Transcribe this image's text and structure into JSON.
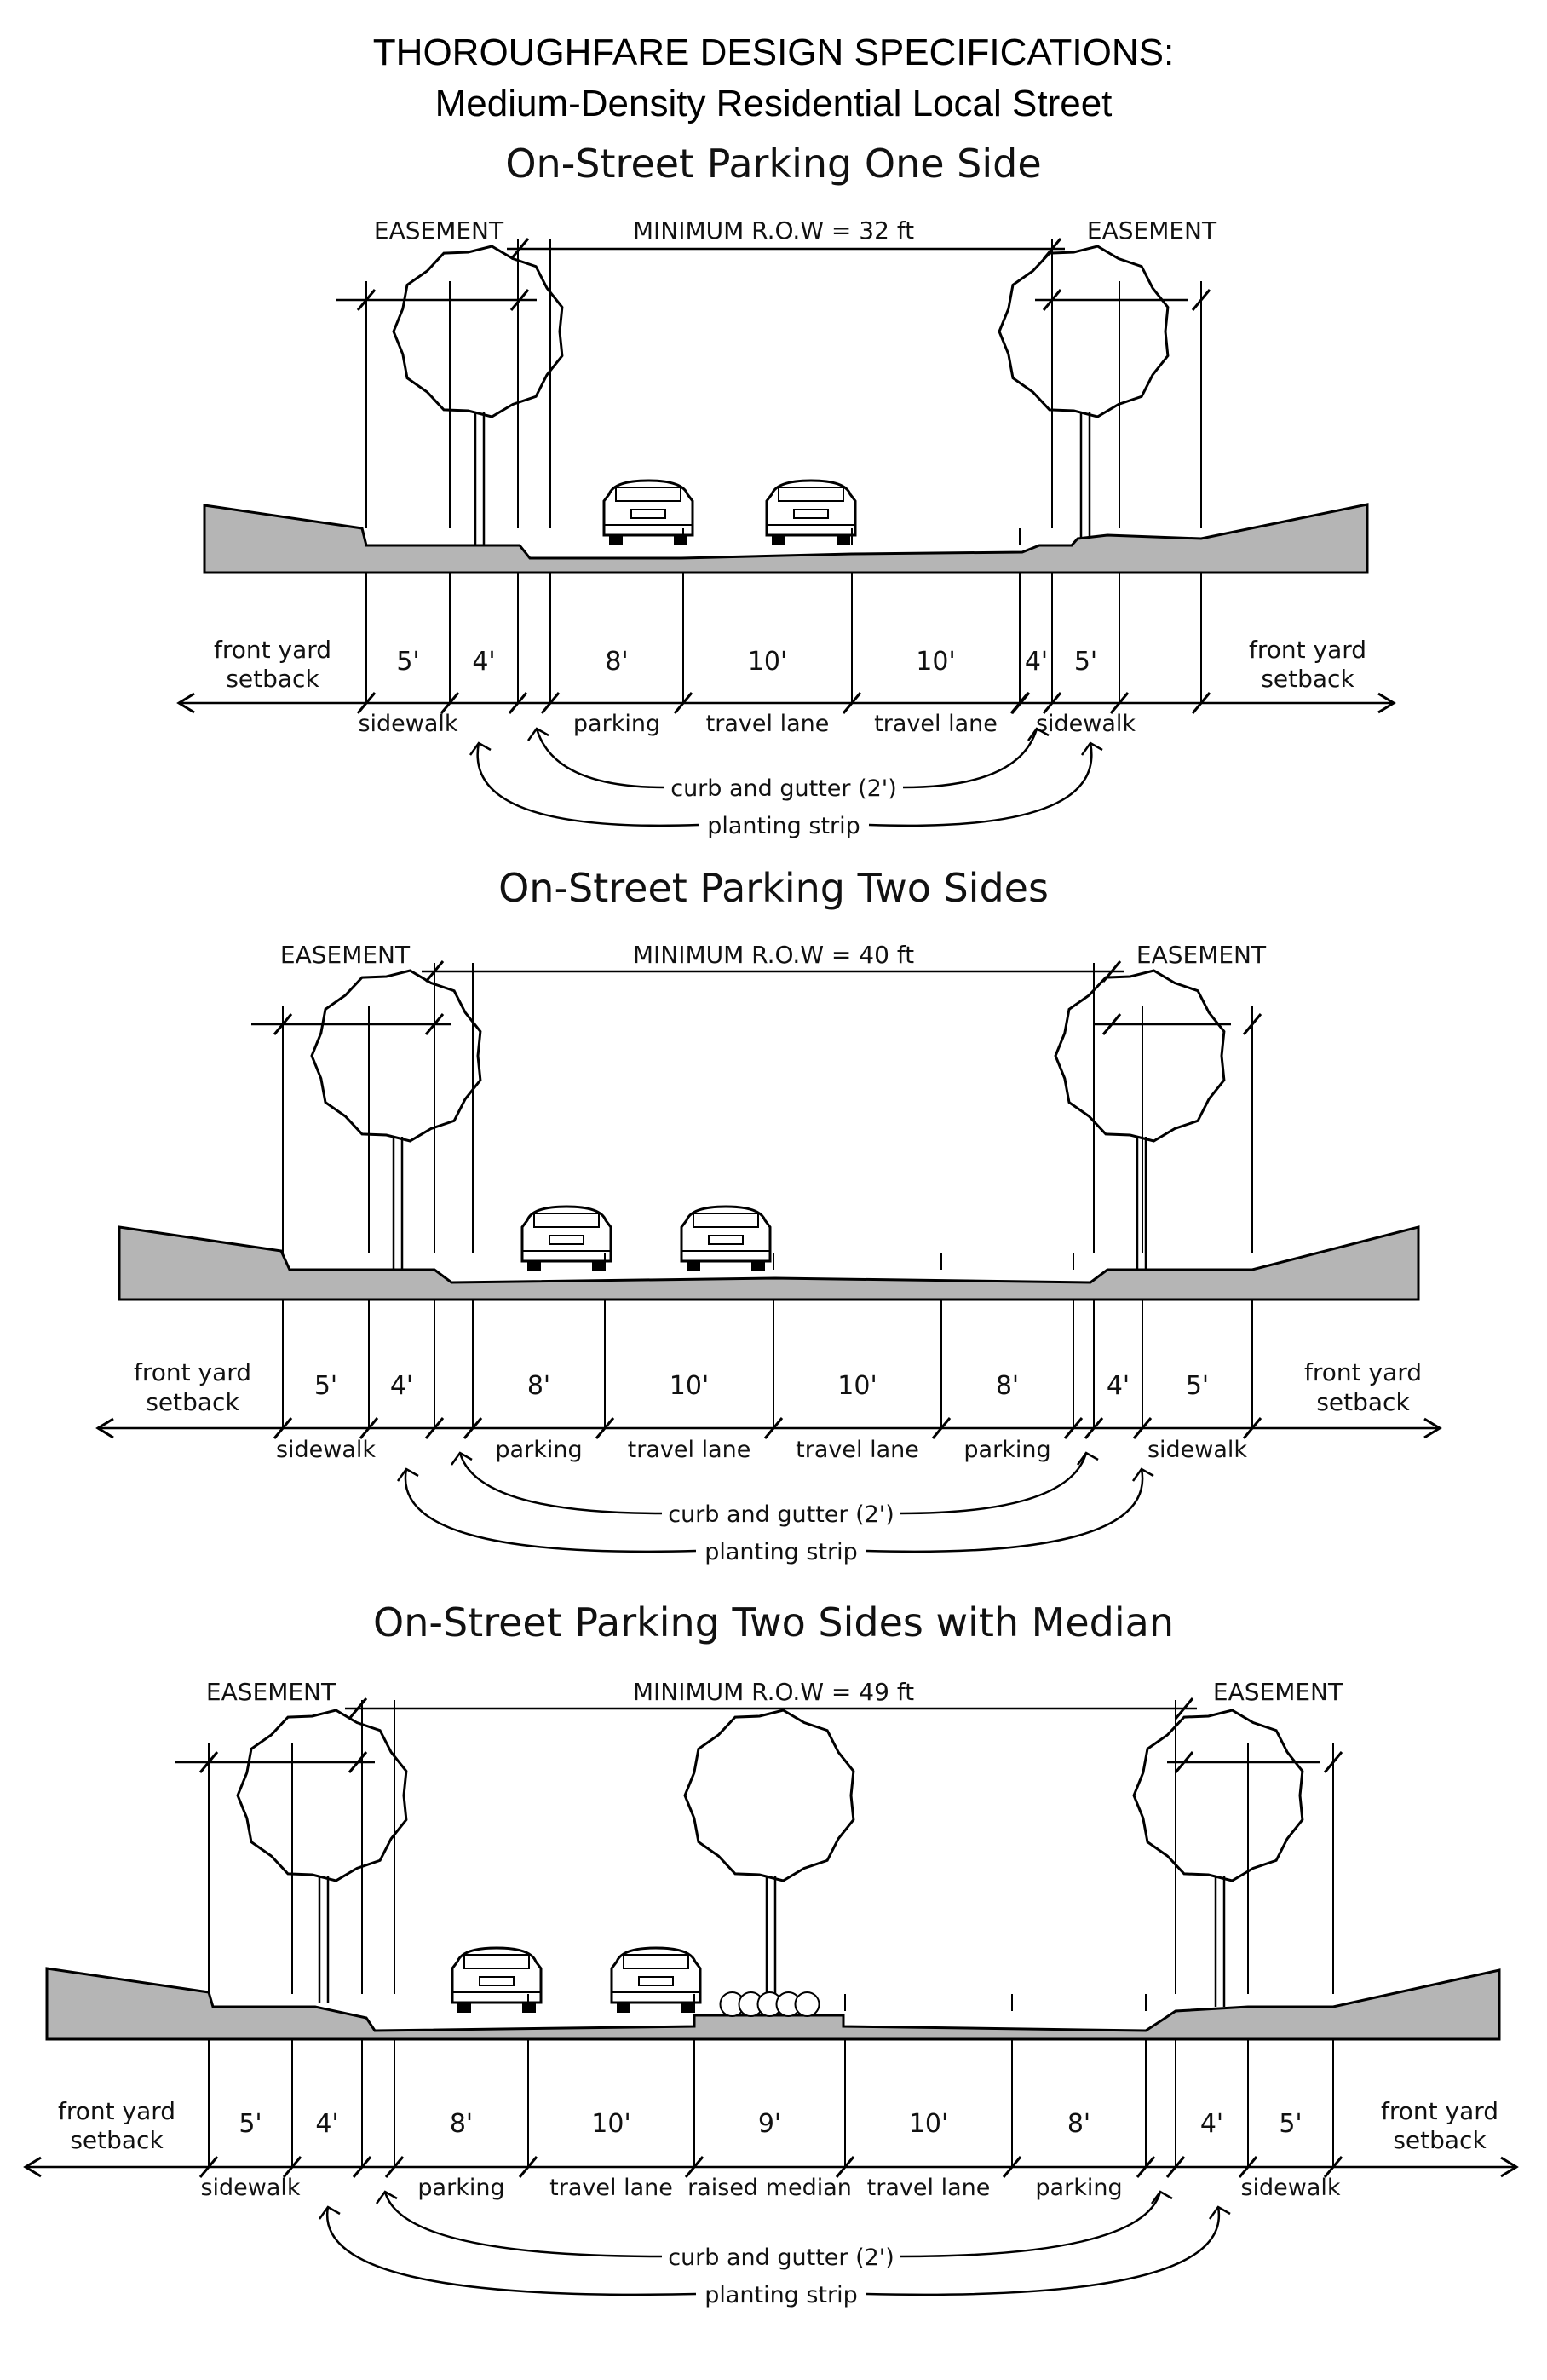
{
  "header": {
    "title": "THOROUGHFARE DESIGN SPECIFICATIONS:",
    "subtitle": "Medium-Density Residential Local Street"
  },
  "sections": [
    {
      "title": "On-Street Parking One Side",
      "row_label": "MINIMUM R.O.W = 32 ft",
      "easement_left": "EASEMENT",
      "easement_right": "EASEMENT",
      "setback_left": [
        "front yard",
        "setback"
      ],
      "setback_right": [
        "front yard",
        "setback"
      ],
      "segments": [
        {
          "width": "5'",
          "label": "sidewalk"
        },
        {
          "width": "4'",
          "label": ""
        },
        {
          "width": "",
          "label": ""
        },
        {
          "width": "8'",
          "label": "parking"
        },
        {
          "width": "10'",
          "label": "travel lane"
        },
        {
          "width": "10'",
          "label": "travel lane"
        },
        {
          "width": "",
          "label": ""
        },
        {
          "width": "4'",
          "label": ""
        },
        {
          "width": "5'",
          "label": "sidewalk"
        }
      ],
      "curb_label": "curb and gutter (2')",
      "planting_label": "planting strip",
      "cars": 2,
      "median": false
    },
    {
      "title": "On-Street Parking Two Sides",
      "row_label": "MINIMUM R.O.W = 40 ft",
      "easement_left": "EASEMENT",
      "easement_right": "EASEMENT",
      "setback_left": [
        "front yard",
        "setback"
      ],
      "setback_right": [
        "front yard",
        "setback"
      ],
      "segments": [
        {
          "width": "5'",
          "label": "sidewalk"
        },
        {
          "width": "4'",
          "label": ""
        },
        {
          "width": "",
          "label": ""
        },
        {
          "width": "8'",
          "label": "parking"
        },
        {
          "width": "10'",
          "label": "travel lane"
        },
        {
          "width": "10'",
          "label": "travel lane"
        },
        {
          "width": "8'",
          "label": "parking"
        },
        {
          "width": "",
          "label": ""
        },
        {
          "width": "4'",
          "label": ""
        },
        {
          "width": "5'",
          "label": "sidewalk"
        }
      ],
      "curb_label": "curb and gutter (2')",
      "planting_label": "planting strip",
      "cars": 2,
      "median": false
    },
    {
      "title": "On-Street Parking Two Sides with Median",
      "row_label": "MINIMUM R.O.W = 49 ft",
      "easement_left": "EASEMENT",
      "easement_right": "EASEMENT",
      "setback_left": [
        "front yard",
        "setback"
      ],
      "setback_right": [
        "front yard",
        "setback"
      ],
      "segments": [
        {
          "width": "5'",
          "label": "sidewalk"
        },
        {
          "width": "4'",
          "label": ""
        },
        {
          "width": "",
          "label": ""
        },
        {
          "width": "8'",
          "label": "parking"
        },
        {
          "width": "10'",
          "label": "travel lane"
        },
        {
          "width": "9'",
          "label": "raised median"
        },
        {
          "width": "10'",
          "label": "travel lane"
        },
        {
          "width": "8'",
          "label": "parking"
        },
        {
          "width": "",
          "label": ""
        },
        {
          "width": "4'",
          "label": ""
        },
        {
          "width": "5'",
          "label": "sidewalk"
        }
      ],
      "curb_label": "curb and gutter (2')",
      "planting_label": "planting strip",
      "cars": 2,
      "median": true
    }
  ]
}
